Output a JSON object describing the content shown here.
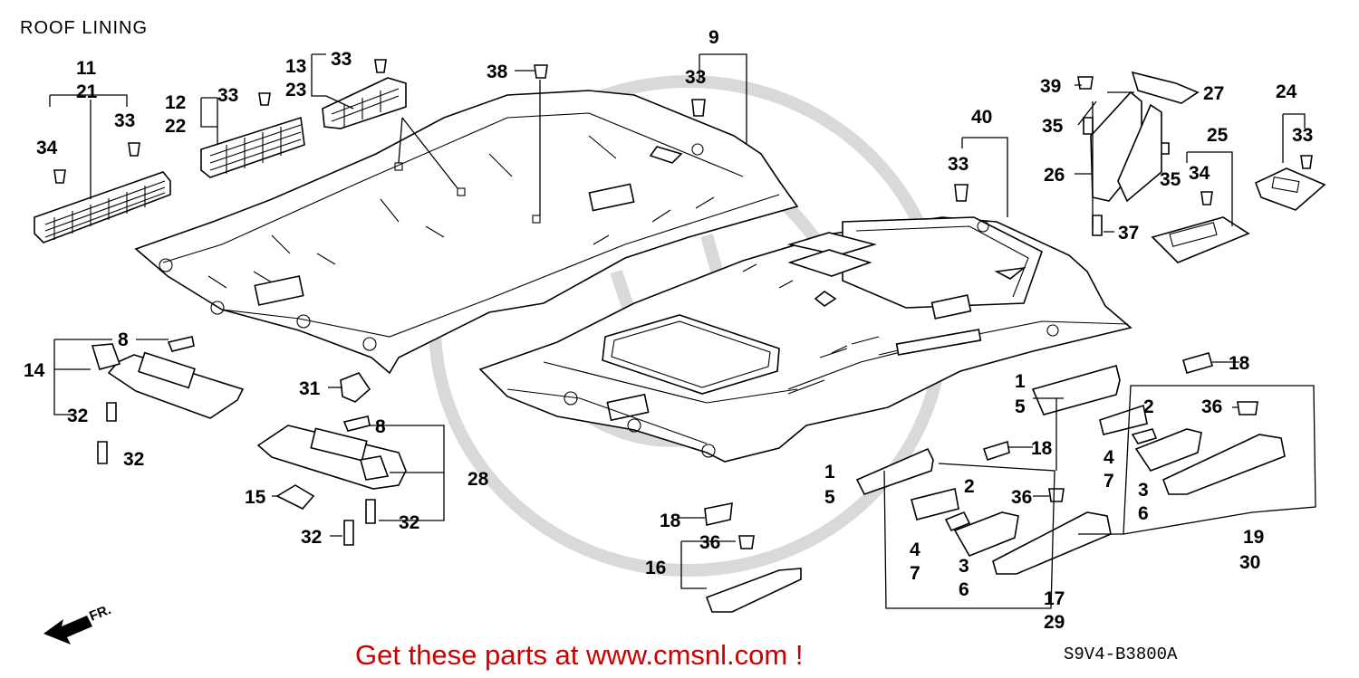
{
  "title": "ROOF LINING",
  "diagram_code": "S9V4-B3800A",
  "promo": {
    "text": "Get these parts at www.cmsnl.com !",
    "color": "#cc0000"
  },
  "direction_label": "FR.",
  "watermark_color": "#d9d9d9",
  "callouts": {
    "c9": "9",
    "c11": "11",
    "c21": "21",
    "c33a": "33",
    "c34a": "34",
    "c12": "12",
    "c22": "22",
    "c33b": "33",
    "c13": "13",
    "c23": "23",
    "c33c": "33",
    "c38": "38",
    "c33d": "33",
    "c40": "40",
    "c33e": "33",
    "c39": "39",
    "c27": "27",
    "c35a": "35",
    "c26": "26",
    "c35b": "35",
    "c37": "37",
    "c25": "25",
    "c34b": "34",
    "c24": "24",
    "c33f": "33",
    "c14": "14",
    "c8a": "8",
    "c32a": "32",
    "c32b": "32",
    "c31": "31",
    "c8b": "8",
    "c28": "28",
    "c15": "15",
    "c32c": "32",
    "c32d": "32",
    "c18a": "18",
    "c36a": "36",
    "c16": "16",
    "c1a": "1",
    "c5a": "5",
    "c18b": "18",
    "c2a": "2",
    "c36b": "36",
    "c4a": "4",
    "c7a": "7",
    "c3a": "3",
    "c6a": "6",
    "c17": "17",
    "c29": "29",
    "c1b": "1",
    "c5b": "5",
    "c18c": "18",
    "c2b": "2",
    "c36c": "36",
    "c4b": "4",
    "c7b": "7",
    "c3b": "3",
    "c6b": "6",
    "c19": "19",
    "c30": "30"
  }
}
